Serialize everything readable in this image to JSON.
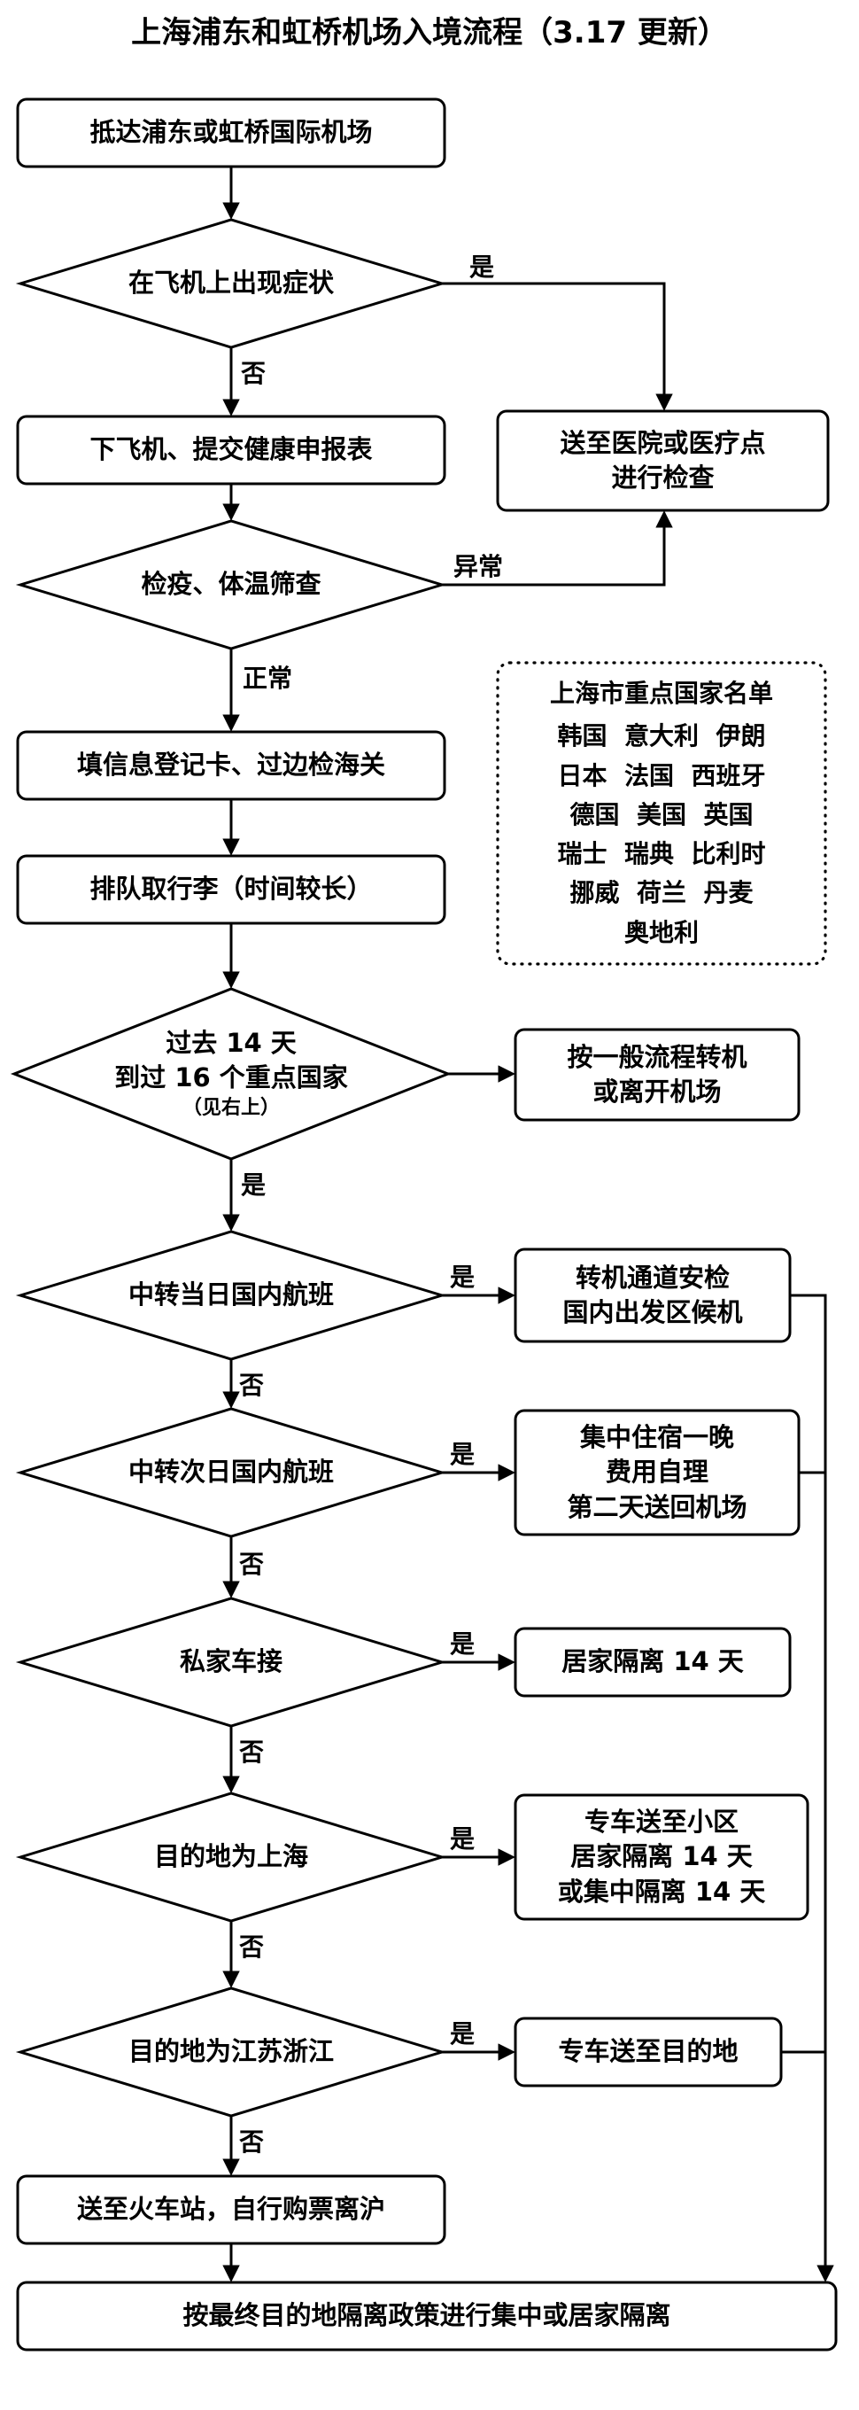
{
  "title": "上海浦东和虹桥机场入境流程（3.17 更新）",
  "edge_labels": {
    "yes": "是",
    "no": "否",
    "abnormal": "异常",
    "normal": "正常"
  },
  "nodes": {
    "arrive": "抵达浦东或虹桥国际机场",
    "symptom_check": "在飞机上出现症状",
    "hospital": [
      "送至医院或医疗点",
      "进行检查"
    ],
    "deplane": "下飞机、提交健康申报表",
    "screening": "检疫、体温筛查",
    "registration": "填信息登记卡、过边检海关",
    "luggage": "排队取行李（时间较长）",
    "visited_check": [
      "过去 14 天",
      "到过 16 个重点国家",
      "（见右上）"
    ],
    "normal_process": [
      "按一般流程转机",
      "或离开机场"
    ],
    "same_day_transfer": "中转当日国内航班",
    "transfer_security": [
      "转机通道安检",
      "国内出发区候机"
    ],
    "next_day_transfer": "中转次日国内航班",
    "overnight_stay": [
      "集中住宿一晚",
      "费用自理",
      "第二天送回机场"
    ],
    "private_car": "私家车接",
    "home_quarantine": "居家隔离 14 天",
    "dest_shanghai": "目的地为上海",
    "compound_transfer": [
      "专车送至小区",
      "居家隔离 14 天",
      "或集中隔离 14 天"
    ],
    "dest_jiangsu_zhejiang": "目的地为江苏浙江",
    "charter_to_destination": "专车送至目的地",
    "train_station": "送至火车站，自行购票离沪",
    "final_quarantine": "按最终目的地隔离政策进行集中或居家隔离"
  },
  "key_countries": {
    "title": "上海市重点国家名单",
    "rows": [
      "韩国  意大利  伊朗",
      "日本  法国  西班牙",
      "德国  美国  英国",
      "瑞士  瑞典  比利时",
      "挪威  荷兰  丹麦",
      "奥地利"
    ]
  }
}
